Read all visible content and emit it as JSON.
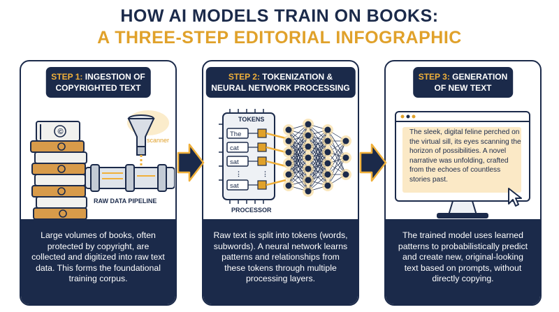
{
  "header": {
    "title_line1": "HOW AI MODELS TRAIN ON BOOKS:",
    "title_line2": "A THREE-STEP EDITORIAL INFOGRAPHIC"
  },
  "steps": [
    {
      "step_label": "STEP 1:",
      "title_rest": " INGESTION OF",
      "title_line2": "COPYRIGHTED TEXT",
      "scanner_label": "scanner",
      "pipeline_label": "RAW DATA PIPELINE",
      "description": "Large volumes of books, often protected by copyright, are collected and digitized into raw text data. This forms the foundational training corpus."
    },
    {
      "step_label": "STEP 2:",
      "title_rest": " TOKENIZATION &",
      "title_line2": "NEURAL NETWORK PROCESSING",
      "tokens_label": "TOKENS",
      "tokens": [
        "The",
        "cat",
        "sat",
        "sat"
      ],
      "ellipsis": "⋮",
      "processor_label": "PROCESSOR",
      "description": "Raw text is split into tokens (words, subwords). A neural network learns patterns and relationships from these tokens through multiple processing layers."
    },
    {
      "step_label": "STEP 3:",
      "title_rest": " GENERATION",
      "title_line2": "OF NEW TEXT",
      "generated_text": "The sleek, digital feline perched on the virtual sill, its eyes scanning the horizon of possibilities. A novel narrative was unfolding, crafted from the echoes of countless stories past.",
      "description": "The trained model uses learned patterns to probabilistically predict and create new, original-looking text based on prompts, without directly copying."
    }
  ],
  "colors": {
    "navy": "#1b2a4a",
    "gold": "#e0a12a",
    "accent": "#f0b03a"
  },
  "icons": {
    "copyright": "©",
    "arrow": "arrow-right-icon",
    "funnel": "funnel-icon",
    "cursor": "cursor-icon"
  }
}
